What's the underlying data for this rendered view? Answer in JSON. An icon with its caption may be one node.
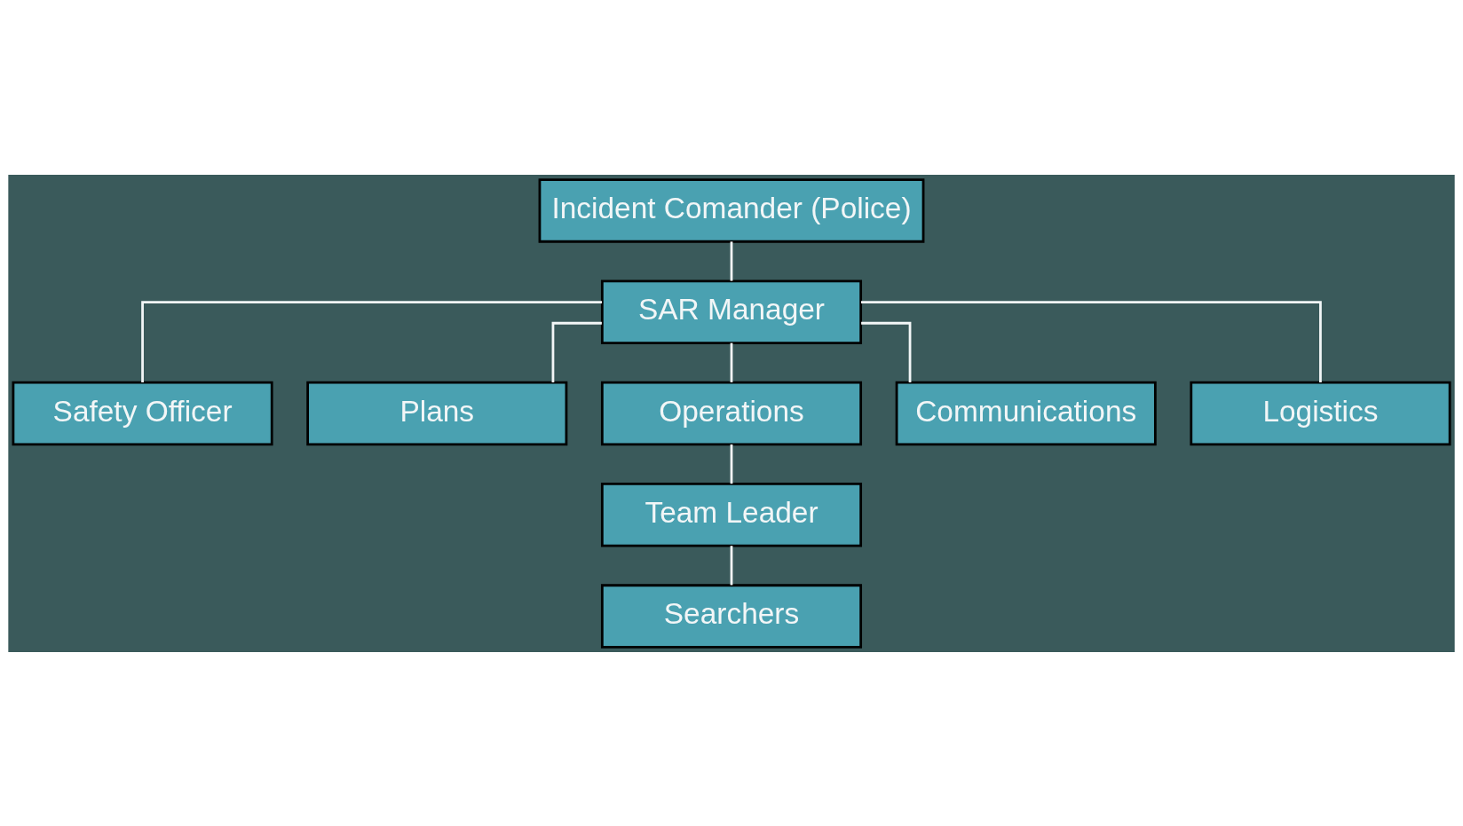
{
  "diagram": {
    "nodes": [
      {
        "text": [
          "Incident Comander (Police)"
        ]
      },
      {
        "text": [
          "SAR Manager"
        ]
      },
      {
        "text": [
          "Safety Officer"
        ]
      },
      {
        "text": [
          "Plans"
        ]
      },
      {
        "text": [
          "Operations"
        ]
      },
      {
        "text": [
          "Communications"
        ]
      },
      {
        "text": [
          "Logistics"
        ]
      },
      {
        "text": [
          "Team Leader"
        ]
      },
      {
        "text": [
          "Searchers"
        ]
      }
    ],
    "edges": [
      {
        "from": 0,
        "to": 1,
        "arrow": "none"
      },
      {
        "from": 1,
        "to": 2,
        "arrow": "none"
      },
      {
        "from": 1,
        "to": 3,
        "arrow": "none"
      },
      {
        "from": 1,
        "to": 4,
        "arrow": "none"
      },
      {
        "from": 1,
        "to": 5,
        "arrow": "none"
      },
      {
        "from": 1,
        "to": 6,
        "arrow": "none"
      },
      {
        "from": 4,
        "to": 7,
        "arrow": "none"
      },
      {
        "from": 7,
        "to": 8,
        "arrow": "none"
      }
    ]
  }
}
